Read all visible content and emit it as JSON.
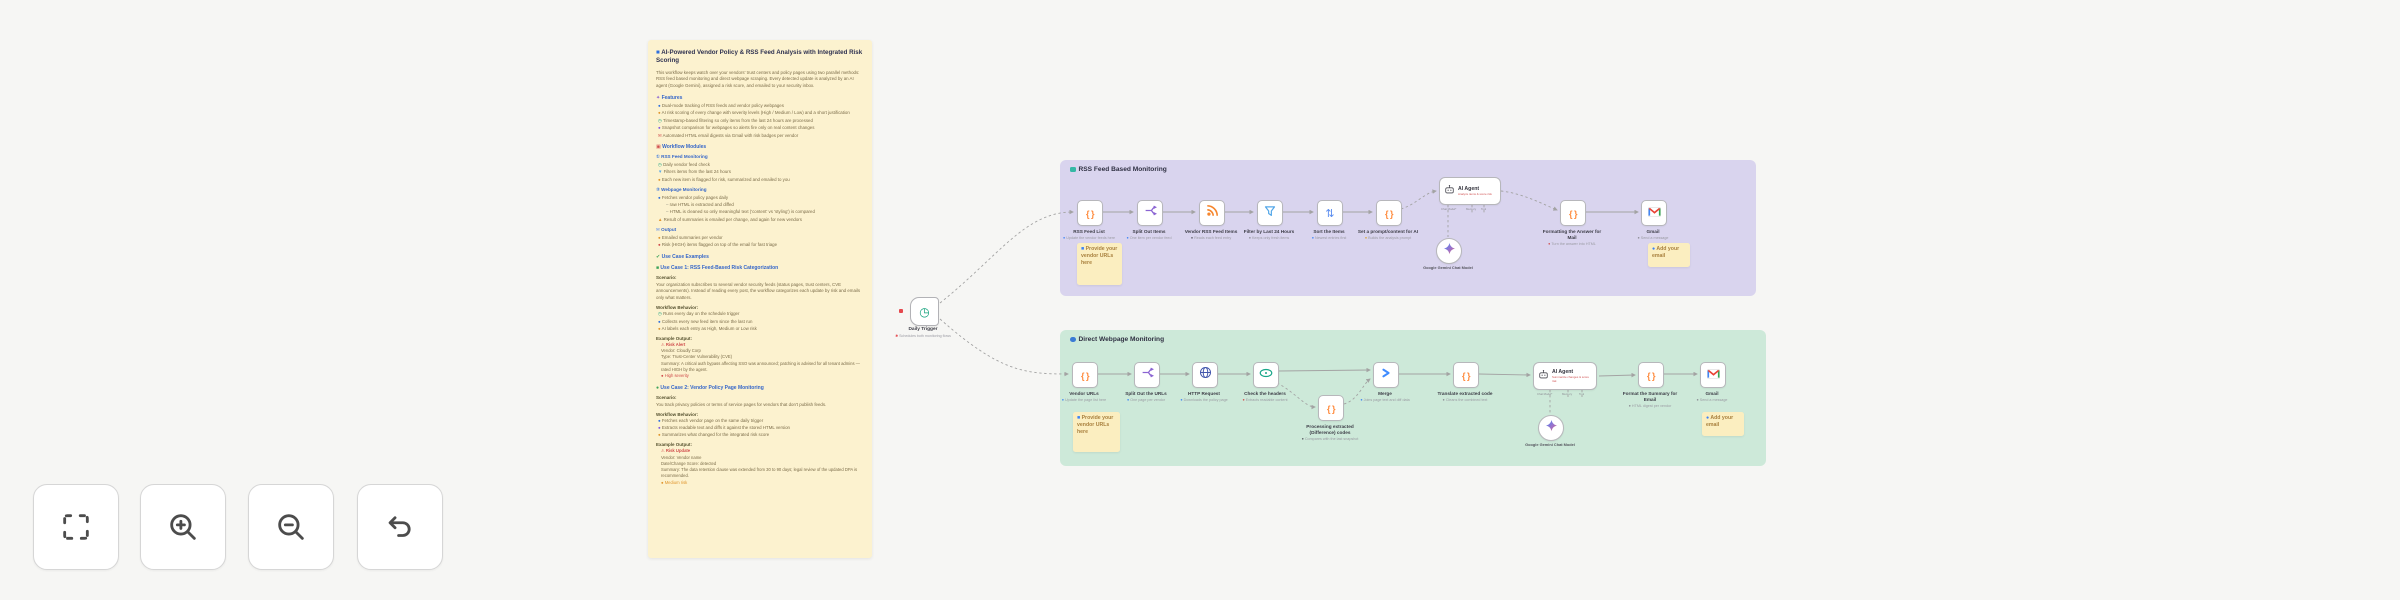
{
  "doc_note": {
    "blocks": [
      {
        "t": "title",
        "mark": "■",
        "mc": "#2f6fde",
        "text": "AI-Powered Vendor Policy & RSS Feed Analysis with Integrated Risk Scoring"
      },
      {
        "t": "p",
        "text": "This workflow keeps watch over your vendors' trust centers and policy pages using two parallel methods: RSS feed based monitoring and direct webpage scraping. Every detected update is analyzed by an AI agent (Google Gemini), assigned a risk score, and emailed to your security inbox."
      },
      {
        "t": "h",
        "mark": "✦",
        "mc": "#8a63d2",
        "text": "Features"
      },
      {
        "t": "li",
        "mark": "●",
        "mc": "#2f6fde",
        "text": "Dual-mode tracking of RSS feeds and vendor policy webpages"
      },
      {
        "t": "li",
        "mark": "●",
        "mc": "#e0962e",
        "text": "AI risk scoring of every change with severity levels (High / Medium / Low) and a short justification"
      },
      {
        "t": "li",
        "mark": "◷",
        "mc": "#12a07f",
        "text": "Timestamp-based filtering so only items from the last 24 hours are processed"
      },
      {
        "t": "li",
        "mark": "●",
        "mc": "#7e57e2",
        "text": "Snapshot comparison for webpages so alerts fire only on real content changes"
      },
      {
        "t": "li",
        "mark": "✉",
        "mc": "#d04c4c",
        "text": "Automated HTML email digests via Gmail with risk badges per vendor"
      },
      {
        "t": "h",
        "mark": "▣",
        "mc": "#d04c4c",
        "text": "Workflow Modules"
      },
      {
        "t": "h2",
        "mark": "①",
        "mc": "#2f6fde",
        "text": "RSS Feed Monitoring"
      },
      {
        "t": "li",
        "mark": "◷",
        "mc": "#12a07f",
        "text": "Daily vendor feed check"
      },
      {
        "t": "li",
        "mark": "▼",
        "mc": "#54a7e8",
        "text": "Filters items from the last 24 hours"
      },
      {
        "t": "li",
        "mark": "●",
        "mc": "#e0962e",
        "text": "Each new item is flagged for risk, summarized and emailed to you"
      },
      {
        "t": "h2",
        "mark": "②",
        "mc": "#2f6fde",
        "text": "Webpage Monitoring"
      },
      {
        "t": "li",
        "mark": "●",
        "mc": "#2f6fde",
        "text": "Fetches vendor policy pages daily"
      },
      {
        "t": "li2",
        "mark": "–",
        "mc": "#8a8a7a",
        "text": "raw HTML is extracted and diffed"
      },
      {
        "t": "li2",
        "mark": "–",
        "mc": "#8a8a7a",
        "text": "HTML is cleaned so only meaningful text ('content' vs 'styling') is compared"
      },
      {
        "t": "li",
        "mark": "▲",
        "mc": "#e0962e",
        "text": "Result of summaries is emailed per change, and again for new vendors"
      },
      {
        "t": "h2",
        "mark": "✉",
        "mc": "#5b8def",
        "text": "Output"
      },
      {
        "t": "li",
        "mark": "●",
        "mc": "#e0962e",
        "text": "Emailed summaries per vendor"
      },
      {
        "t": "li",
        "mark": "●",
        "mc": "#d04c4c",
        "text": "Risk (HIGH) items flagged on top of the email for fast triage"
      },
      {
        "t": "h",
        "mark": "✔",
        "mc": "#3da35a",
        "text": "Use Case Examples"
      },
      {
        "t": "h",
        "mark": "■",
        "mc": "#3da35a",
        "text": "Use Case 1: RSS Feed-Based Risk Categorization"
      },
      {
        "t": "b",
        "text": "Scenario:"
      },
      {
        "t": "p",
        "text": "Your organization subscribes to several vendor security feeds (status pages, trust centers, CVE announcements). Instead of reading every post, the workflow categorizes each update by risk and emails only what matters."
      },
      {
        "t": "b",
        "text": "Workflow Behavior:"
      },
      {
        "t": "li",
        "mark": "◷",
        "mc": "#12a07f",
        "text": "Runs every day on the schedule trigger"
      },
      {
        "t": "li",
        "mark": "●",
        "mc": "#2f6fde",
        "text": "Collects every new feed item since the last run"
      },
      {
        "t": "li",
        "mark": "●",
        "mc": "#e0962e",
        "text": "AI labels each entry as High, Medium or Low risk"
      },
      {
        "t": "b",
        "text": "Example Output:"
      },
      {
        "t": "code",
        "lines": [
          {
            "text": "⚠ Risk Alert",
            "c": "#d04c4c",
            "b": true
          },
          {
            "text": "Vendor: Cloudly Corp"
          },
          {
            "text": "Type: Trust-Center Vulnerability (CVE)"
          },
          {
            "text": "Summary: A critical auth bypass affecting SSO was announced; patching is advised for all tenant admins — rated HIGH by the agent."
          },
          {
            "text": "● High severity",
            "c": "#d04c4c"
          }
        ]
      },
      {
        "t": "h",
        "mark": "●",
        "mc": "#3da35a",
        "text": "Use Case 2: Vendor Policy Page Monitoring"
      },
      {
        "t": "b",
        "text": "Scenario:"
      },
      {
        "t": "p",
        "text": "You track privacy policies or terms of service pages for vendors that don't publish feeds."
      },
      {
        "t": "b",
        "text": "Workflow Behavior:"
      },
      {
        "t": "li",
        "mark": "●",
        "mc": "#2f6fde",
        "text": "Fetches each vendor page on the same daily trigger"
      },
      {
        "t": "li",
        "mark": "●",
        "mc": "#7e57e2",
        "text": "Extracts readable text and diffs it against the stored HTML version"
      },
      {
        "t": "li",
        "mark": "●",
        "mc": "#e0962e",
        "text": "Summarizes what changed for the integrated risk score"
      },
      {
        "t": "b",
        "text": "Example Output:"
      },
      {
        "t": "code",
        "lines": [
          {
            "text": "⚠ Risk Update",
            "c": "#d04c4c",
            "b": true
          },
          {
            "text": "Vendor: Vendor name"
          },
          {
            "text": "Date/Change Score: detected"
          },
          {
            "text": "Summary: The data retention clause was extended from 30 to 90 days; legal review of the updated DPA is recommended."
          },
          {
            "text": "● Medium risk",
            "c": "#e0962e"
          }
        ]
      }
    ]
  },
  "trigger": {
    "label": "Daily Trigger",
    "sub": "Schedules both monitoring flows",
    "subMark": "✱"
  },
  "rss_section": {
    "title": "RSS Feed Based Monitoring",
    "nodes": [
      {
        "icon": "code",
        "label": "RSS Feed List",
        "sub": "Update the vendor feeds here",
        "smc": "#3b82f6"
      },
      {
        "icon": "split",
        "label": "Split Out Items",
        "sub": "One item per vendor feed",
        "smc": "#3b82f6"
      },
      {
        "icon": "rss",
        "label": "Vendor RSS Feed Items",
        "sub": "Reads each feed entry",
        "smc": "#55555e"
      },
      {
        "icon": "filter",
        "label": "Filter by Last 24 Hours",
        "sub": "Keeps only fresh items",
        "smc": "#8a8a92"
      },
      {
        "icon": "sort",
        "label": "Sort the Items",
        "sub": "Newest entries first",
        "smc": "#3b82f6"
      },
      {
        "icon": "code",
        "label": "Set a prompt/content for AI",
        "sub": "Builds the analysis prompt",
        "smc": "#d9a42b"
      },
      {
        "icon": "code",
        "label": "Formatting the Answer for Mail",
        "sub": "Turn the answer into HTML",
        "smc": "#d04c4c"
      },
      {
        "icon": "gmail",
        "label": "Gmail",
        "sub": "Send a message",
        "smc": "#8a8a92"
      }
    ],
    "agent": {
      "title": "AI Agent",
      "sub": "Analyze items & score risk",
      "ports": [
        "Chat Model*",
        "Memory",
        "Tool"
      ],
      "model": "Google Gemini Chat Model"
    },
    "sticky_provide": {
      "mark": "■",
      "text": "Provide your vendor URLs here"
    },
    "sticky_email": {
      "mark": "●",
      "text": "Add your email"
    }
  },
  "web_section": {
    "title": "Direct Webpage Monitoring",
    "nodes": [
      {
        "icon": "code",
        "label": "Vendor URLs",
        "sub": "Update the page list here",
        "smc": "#3b82f6"
      },
      {
        "icon": "split",
        "label": "Split Out the URLs",
        "sub": "One page per vendor",
        "smc": "#3b82f6"
      },
      {
        "icon": "http",
        "label": "HTTP Request",
        "sub": "Downloads the policy page",
        "smc": "#3b82f6"
      },
      {
        "icon": "html",
        "label": "Check the headers",
        "sub": "Extracts readable content",
        "smc": "#d04c4c"
      },
      {
        "icon": "code",
        "label": "Processing extracted (Difference) codes",
        "sub": "Compares with the last snapshot",
        "smc": "#55555e"
      },
      {
        "icon": "merge",
        "label": "Merge",
        "sub": "Joins page text and diff data",
        "smc": "#3b82f6"
      },
      {
        "icon": "code",
        "label": "Translate extracted code",
        "sub": "Cleans the combined text",
        "smc": "#8a8a92"
      },
      {
        "icon": "code",
        "label": "Format the Summary for Email",
        "sub": "HTML digest per vendor",
        "smc": "#8a8a92"
      },
      {
        "icon": "gmail",
        "label": "Gmail",
        "sub": "Send a message",
        "smc": "#8a8a92"
      }
    ],
    "agent": {
      "title": "AI Agent",
      "sub": "Summarize changes & score risk",
      "ports": [
        "Chat Model*",
        "Memory",
        "Tool"
      ],
      "model": "Google Gemini Chat Model"
    },
    "sticky_provide": {
      "mark": "■",
      "text": "Provide your vendor URLs here"
    },
    "sticky_email": {
      "mark": "●",
      "text": "Add your email"
    }
  },
  "toolbar": {
    "buttons": [
      {
        "name": "fit-view"
      },
      {
        "name": "zoom-in"
      },
      {
        "name": "zoom-out"
      },
      {
        "name": "undo"
      }
    ]
  },
  "colors": {
    "region_rss_bg": "#d9d4ee",
    "region_web_bg": "#cde9d9",
    "sticky_bg": "#fcf2cf",
    "edge": "#a3a3a3"
  }
}
